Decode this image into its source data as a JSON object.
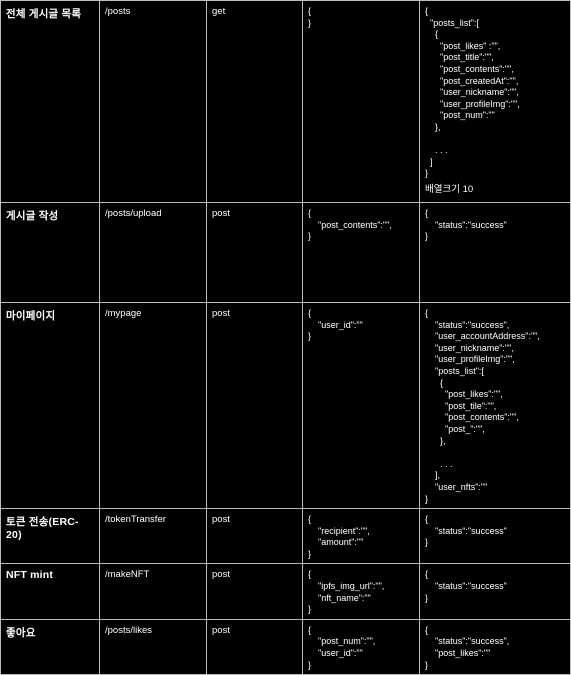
{
  "rows": [
    {
      "name": "전체 게시글 목록",
      "url": "/posts",
      "method": "get",
      "request": "{\n}",
      "response": "{\n  \"posts_list\":[\n    {\n      \"post_likes\" :\"\",\n      \"post_title\":\"\",\n      \"post_contents\":\"\",\n      \"post_createdAt\":\"\",\n      \"user_nickname\":\"\",\n      \"user_profileImg\":\"\",\n      \"post_num\":\"\"\n    },\n\n    . . .\n  ]\n}",
      "note": "배열크기 10"
    },
    {
      "name": "게시글 작성",
      "url": "/posts/upload",
      "method": "post",
      "request": "{\n    \"post_contents\":\"\",\n}",
      "response": "{\n    \"status\":\"success\"\n}",
      "note": ""
    },
    {
      "name": "마이페이지",
      "url": "/mypage",
      "method": "post",
      "request": "{\n    \"user_id\":\"\"\n}",
      "response": "{\n    \"status\":\"success\",\n    \"user_accountAddress\":\"\",\n    \"user_nickname\":\"\",\n    \"user_profileImg\":\"\",\n    \"posts_list\":[\n      {\n        \"post_likes\":\"\",\n        \"post_tile\":\"\",\n        \"post_contents\":\"\",\n        \"post_\":\"\",\n      },\n\n      . . .\n    ],\n    \"user_nfts\":\"\"\n}",
      "note": ""
    },
    {
      "name": "토큰 전송(ERC-20)",
      "url": "/tokenTransfer",
      "method": "post",
      "request": "{\n    \"recipient\":\"\",\n    \"amount\":\"\"\n}",
      "response": "{\n    \"status\":\"success\"\n}",
      "note": ""
    },
    {
      "name": "NFT mint",
      "url": "/makeNFT",
      "method": "post",
      "request": "{\n    \"ipfs_img_url\":\"\",\n    \"nft_name\":\"\"\n}",
      "response": "{\n    \"status\":\"success\"\n}",
      "note": ""
    },
    {
      "name": "좋아요",
      "url": "/posts/likes",
      "method": "post",
      "request": "{\n    \"post_num\":\"\",\n    \"user_id\":\"\"\n}",
      "response": "{\n    \"status\":\"success\",\n    \"post_likes\":\"\"\n}",
      "note": ""
    }
  ]
}
